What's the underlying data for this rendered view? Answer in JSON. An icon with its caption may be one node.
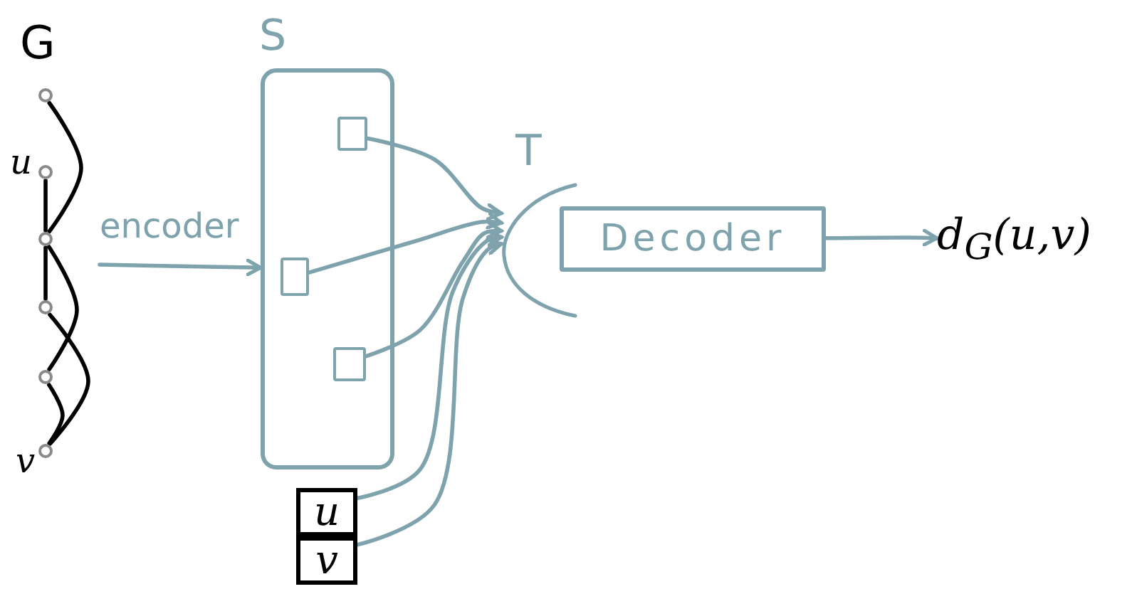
{
  "diagram": {
    "nodes": [
      {
        "text": [],
        "shape": "circle"
      },
      {
        "text": [],
        "shape": "circle",
        "beside": [
          "u"
        ]
      },
      {
        "text": [],
        "shape": "circle"
      },
      {
        "text": [],
        "shape": "circle"
      },
      {
        "text": [],
        "shape": "circle"
      },
      {
        "text": [],
        "shape": "circle",
        "beside": [
          "v"
        ]
      },
      {
        "text": [
          "S"
        ]
      },
      {
        "text": [],
        "shape": "box",
        "in": 6
      },
      {
        "text": [],
        "shape": "box",
        "in": 6
      },
      {
        "text": [],
        "shape": "box",
        "in": 6
      },
      {
        "text": [
          "T"
        ]
      },
      {
        "text": [
          "Decoder"
        ]
      },
      {
        "text": [
          "u"
        ]
      },
      {
        "text": [
          "v"
        ]
      },
      {
        "text": [
          "d$_{G}$(u,v)"
        ]
      }
    ],
    "edges": [
      {
        "from": 0,
        "to": 2,
        "arrow": "none",
        "color": "#000000"
      },
      {
        "from": 1,
        "to": 2,
        "arrow": "none",
        "color": "#000000"
      },
      {
        "from": 2,
        "to": 3,
        "arrow": "none",
        "color": "#000000"
      },
      {
        "from": 2,
        "to": 4,
        "arrow": "none",
        "color": "#000000"
      },
      {
        "from": 3,
        "to": 5,
        "arrow": "none",
        "color": "#000000"
      },
      {
        "from": 4,
        "to": 5,
        "arrow": "none",
        "color": "#000000"
      },
      {
        "from": null,
        "to": 6,
        "arrow": "to",
        "label": "encoder"
      },
      {
        "from": 7,
        "to": 10,
        "arrow": "to"
      },
      {
        "from": 8,
        "to": 10,
        "arrow": "to"
      },
      {
        "from": 9,
        "to": 10,
        "arrow": "to"
      },
      {
        "from": 12,
        "to": 10,
        "arrow": "to"
      },
      {
        "from": 13,
        "to": 10,
        "arrow": "to"
      },
      {
        "from": 11,
        "to": 14,
        "arrow": "to"
      }
    ],
    "labels": [
      "G"
    ]
  }
}
